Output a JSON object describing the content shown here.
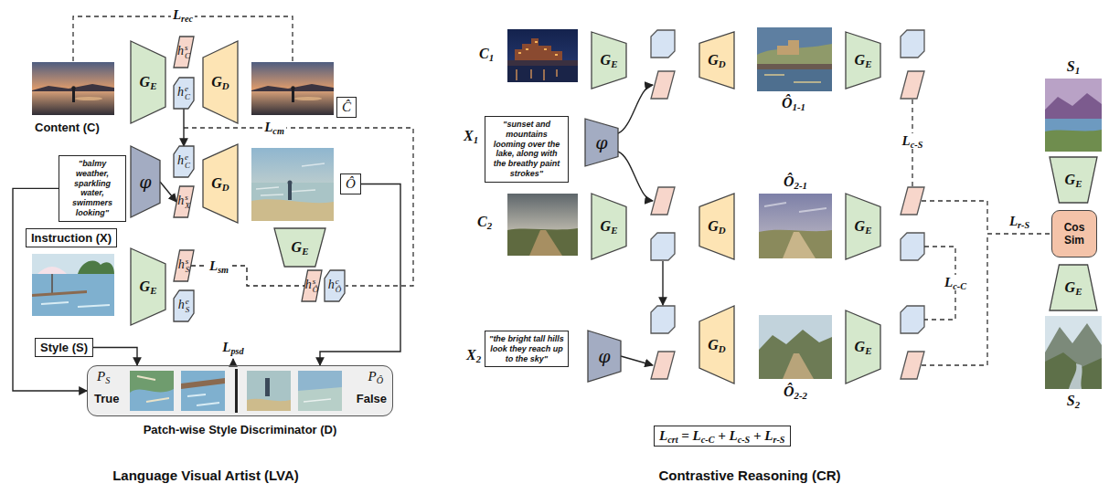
{
  "diagram": {
    "nodes": [
      {
        "text": [
          "GE"
        ]
      },
      {
        "text": [
          "hCs"
        ]
      },
      {
        "text": [
          "hCe"
        ]
      },
      {
        "text": [
          "GD"
        ]
      },
      {
        "text": [
          "Ĉ"
        ]
      },
      {
        "text": [
          "\"balmy weather, sparkling water, swimmers looking\""
        ]
      },
      {
        "text": [
          "φ"
        ]
      },
      {
        "text": [
          "hCe"
        ]
      },
      {
        "text": [
          "hXs"
        ]
      },
      {
        "text": [
          "GD"
        ]
      },
      {
        "text": [
          "Ô"
        ]
      },
      {
        "text": [
          "Instruction (X)"
        ]
      },
      {
        "text": [
          "GE"
        ]
      },
      {
        "text": [
          "GE"
        ]
      },
      {
        "text": [
          "hSs"
        ]
      },
      {
        "text": [
          "hSe"
        ]
      },
      {
        "text": [
          "hÔs"
        ]
      },
      {
        "text": [
          "hÔc"
        ]
      },
      {
        "text": [
          "Style (S)"
        ]
      },
      {
        "text": [
          "PS",
          "True",
          "PÔ",
          "False",
          "Patch-wise Style Discriminator (D)"
        ]
      },
      {
        "text": [
          "GE"
        ]
      },
      {
        "text": [
          "GD"
        ]
      },
      {
        "text": [
          "GE"
        ]
      },
      {
        "text": [
          "\"sunset and mountains looming over the lake, along with the breathy paint strokes\""
        ]
      },
      {
        "text": [
          "φ"
        ]
      },
      {
        "text": [
          "GE"
        ]
      },
      {
        "text": [
          "GD"
        ]
      },
      {
        "text": [
          "GE"
        ]
      },
      {
        "text": [
          "GE"
        ]
      },
      {
        "text": [
          "Cos Sim"
        ]
      },
      {
        "text": [
          "GE"
        ]
      },
      {
        "text": [
          "\"the bright tall hills look they reach up to the sky\""
        ]
      },
      {
        "text": [
          "φ"
        ]
      },
      {
        "text": [
          "GD"
        ]
      },
      {
        "text": [
          "GE"
        ]
      },
      {
        "text": [
          "Lcrt = Lc-C + Lc-S + Lr-S"
        ]
      }
    ],
    "edges": [
      {
        "from": 2,
        "to": 7,
        "arrow": "to"
      },
      {
        "from": 6,
        "to": 8,
        "arrow": "to"
      },
      {
        "from": 14,
        "to": 16,
        "label": "Lsm",
        "arrow": "none"
      },
      {
        "from": 5,
        "to": 19,
        "arrow": "to"
      },
      {
        "from": 18,
        "to": 19,
        "arrow": "to"
      },
      {
        "from": 10,
        "to": 19,
        "arrow": "to"
      }
    ],
    "labels": [
      "Lrec",
      "Content (C)",
      "Lcm",
      "Lpsd",
      "Language Visual Artist (LVA)",
      "C1",
      "Ô1-1",
      "Lc-S",
      "X1",
      "C2",
      "Ô2-1",
      "Lr-S",
      "Lc-C",
      "S1",
      "S2",
      "X2",
      "Ô2-2",
      "Contrastive Reasoning (CR)"
    ]
  }
}
